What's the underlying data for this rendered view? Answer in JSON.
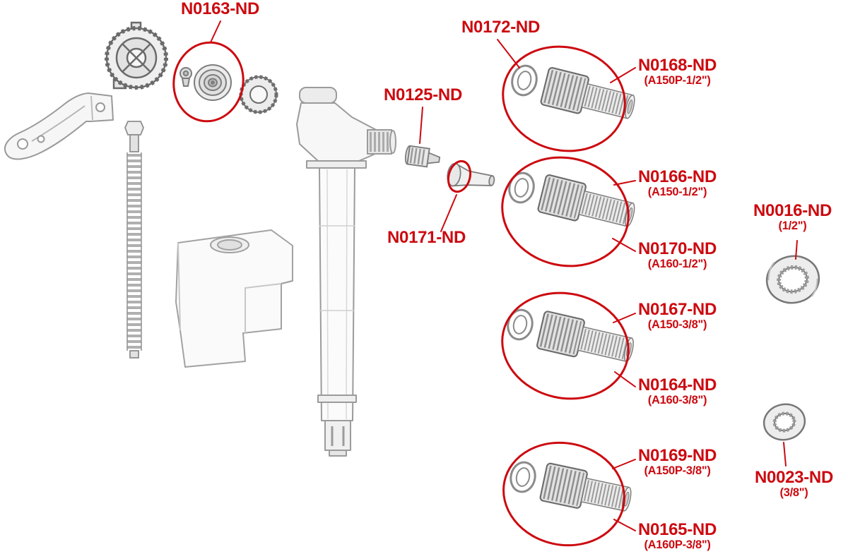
{
  "colors": {
    "accent": "#cc0a10",
    "line_gray": "#9b9b9b"
  },
  "labels": {
    "n0163": {
      "text": "N0163-ND"
    },
    "n0172": {
      "text": "N0172-ND"
    },
    "n0168": {
      "text": "N0168-ND",
      "sub": "(A150P-1/2\")"
    },
    "n0125": {
      "text": "N0125-ND"
    },
    "n0166": {
      "text": "N0166-ND",
      "sub": "(A150-1/2\")"
    },
    "n0016": {
      "text": "N0016-ND",
      "sub": "(1/2\")"
    },
    "n0171": {
      "text": "N0171-ND"
    },
    "n0170": {
      "text": "N0170-ND",
      "sub": "(A160-1/2\")"
    },
    "n0167": {
      "text": "N0167-ND",
      "sub": "(A150-3/8\")"
    },
    "n0164": {
      "text": "N0164-ND",
      "sub": "(A160-3/8\")"
    },
    "n0169": {
      "text": "N0169-ND",
      "sub": "(A150P-3/8\")"
    },
    "n0023": {
      "text": "N0023-ND",
      "sub": "(3/8\")"
    },
    "n0165": {
      "text": "N0165-ND",
      "sub": "(A160P-3/8\")"
    }
  }
}
